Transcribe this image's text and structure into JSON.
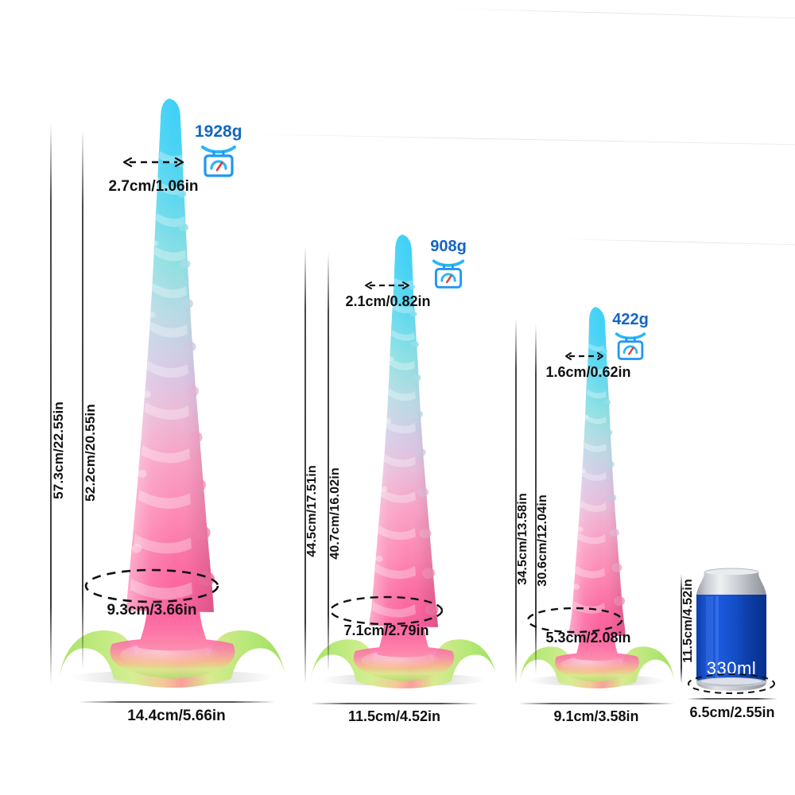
{
  "background": {
    "color": "#ffffff"
  },
  "palette": {
    "tip_cyan": "#49d3f5",
    "mid_teal": "#93e3da",
    "lavender": "#cfc4e8",
    "pink": "#ff7bb0",
    "hot_pink": "#fb5f9c",
    "green": "#9ede5a",
    "green_light": "#bdeb7e",
    "orange_blend": "#f8b489",
    "weight_blue": "#1466c0",
    "scale_blue": "#2196f3",
    "scale_cyan": "#29b6f6",
    "needle_red": "#e53935",
    "can_blue": "#0a3fb5",
    "can_blue_dark": "#052a8a",
    "can_silver": "#d7d9dc",
    "rule_black": "#1a1a1a"
  },
  "products": [
    {
      "id": "product-large",
      "tip_width": "2.7cm/1.06in",
      "weight": "1928g",
      "total_length": "57.3cm/22.55in",
      "insertable_length": "52.2cm/20.55in",
      "girth_width": "9.3cm/3.66in",
      "base_width": "14.4cm/5.66in"
    },
    {
      "id": "product-medium",
      "tip_width": "2.1cm/0.82in",
      "weight": "908g",
      "total_length": "44.5cm/17.51in",
      "insertable_length": "40.7cm/16.02in",
      "girth_width": "7.1cm/2.79in",
      "base_width": "11.5cm/4.52in"
    },
    {
      "id": "product-small",
      "tip_width": "1.6cm/0.62in",
      "weight": "422g",
      "total_length": "34.5cm/13.58in",
      "insertable_length": "30.6cm/12.04in",
      "girth_width": "5.3cm/2.08in",
      "base_width": "9.1cm/3.58in"
    }
  ],
  "reference_object": {
    "id": "soda-can",
    "label": "330ml",
    "height": "11.5cm/4.52in",
    "width": "6.5cm/2.55in"
  }
}
